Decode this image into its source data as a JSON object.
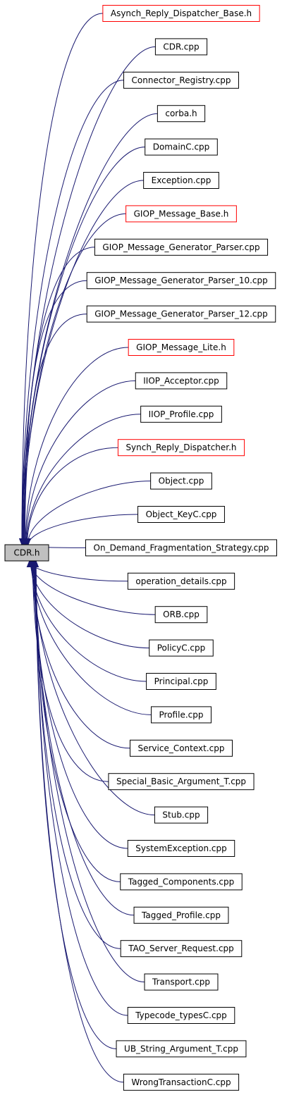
{
  "root": {
    "label": "CDR.h",
    "fill": "#c0c0c0"
  },
  "colors": {
    "edge": "#191970",
    "node_border": "#000000",
    "header_border": "#ff0000"
  },
  "nodes": [
    {
      "label": "Asynch_Reply_Dispatcher_Base.h",
      "kind": "header"
    },
    {
      "label": "CDR.cpp",
      "kind": "source"
    },
    {
      "label": "Connector_Registry.cpp",
      "kind": "source"
    },
    {
      "label": "corba.h",
      "kind": "source"
    },
    {
      "label": "DomainC.cpp",
      "kind": "source"
    },
    {
      "label": "Exception.cpp",
      "kind": "source"
    },
    {
      "label": "GIOP_Message_Base.h",
      "kind": "header"
    },
    {
      "label": "GIOP_Message_Generator_Parser.cpp",
      "kind": "source"
    },
    {
      "label": "GIOP_Message_Generator_Parser_10.cpp",
      "kind": "source"
    },
    {
      "label": "GIOP_Message_Generator_Parser_12.cpp",
      "kind": "source"
    },
    {
      "label": "GIOP_Message_Lite.h",
      "kind": "header"
    },
    {
      "label": "IIOP_Acceptor.cpp",
      "kind": "source"
    },
    {
      "label": "IIOP_Profile.cpp",
      "kind": "source"
    },
    {
      "label": "Synch_Reply_Dispatcher.h",
      "kind": "header"
    },
    {
      "label": "Object.cpp",
      "kind": "source"
    },
    {
      "label": "Object_KeyC.cpp",
      "kind": "source"
    },
    {
      "label": "On_Demand_Fragmentation_Strategy.cpp",
      "kind": "source"
    },
    {
      "label": "operation_details.cpp",
      "kind": "source"
    },
    {
      "label": "ORB.cpp",
      "kind": "source"
    },
    {
      "label": "PolicyC.cpp",
      "kind": "source"
    },
    {
      "label": "Principal.cpp",
      "kind": "source"
    },
    {
      "label": "Profile.cpp",
      "kind": "source"
    },
    {
      "label": "Service_Context.cpp",
      "kind": "source"
    },
    {
      "label": "Special_Basic_Argument_T.cpp",
      "kind": "source"
    },
    {
      "label": "Stub.cpp",
      "kind": "source"
    },
    {
      "label": "SystemException.cpp",
      "kind": "source"
    },
    {
      "label": "Tagged_Components.cpp",
      "kind": "source"
    },
    {
      "label": "Tagged_Profile.cpp",
      "kind": "source"
    },
    {
      "label": "TAO_Server_Request.cpp",
      "kind": "source"
    },
    {
      "label": "Transport.cpp",
      "kind": "source"
    },
    {
      "label": "Typecode_typesC.cpp",
      "kind": "source"
    },
    {
      "label": "UB_String_Argument_T.cpp",
      "kind": "source"
    },
    {
      "label": "WrongTransactionC.cpp",
      "kind": "source"
    }
  ]
}
